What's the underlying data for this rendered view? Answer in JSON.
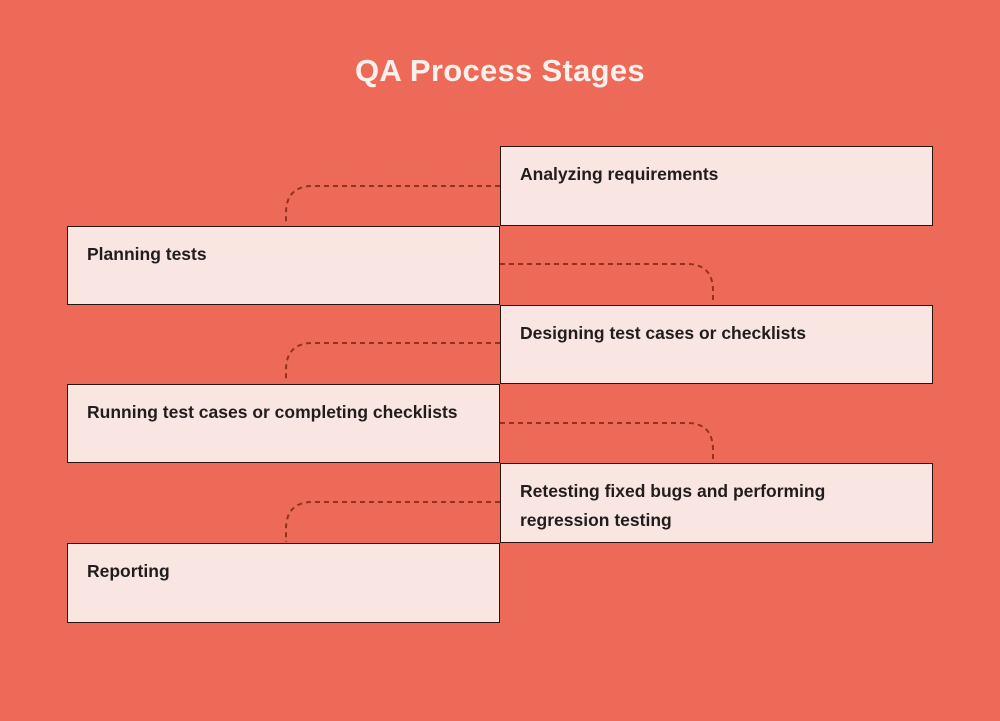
{
  "title": "QA Process Stages",
  "colors": {
    "background": "#EC6A57",
    "box_fill": "#F9E5E1",
    "box_border": "#27160F",
    "box_text": "#211D1E",
    "title_text": "#FBF0EC",
    "connector_line": "#8E3322"
  },
  "connector_style": "dashed",
  "stages": [
    {
      "label": "Analyzing requirements",
      "side": "right"
    },
    {
      "label": "Planning tests",
      "side": "left"
    },
    {
      "label": "Designing test cases or checklists",
      "side": "right"
    },
    {
      "label": "Running test cases or completing checklists",
      "side": "left"
    },
    {
      "label": "Retesting fixed bugs and performing regression testing",
      "side": "right"
    },
    {
      "label": "Reporting",
      "side": "left"
    }
  ]
}
